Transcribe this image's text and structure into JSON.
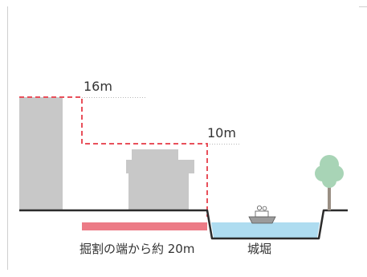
{
  "labels": {
    "height_upper": "16m",
    "height_lower": "10m",
    "setback_span": "掘割の端から約 20m",
    "moat": "城堀"
  },
  "colors": {
    "limit_line": "#e8505b",
    "setback_bar": "#ec7b86",
    "building": "#c8c8c8",
    "water": "#aedcf0",
    "ground": "#2b2b2b",
    "tree": "#a8d4b6",
    "tree_trunk": "#9a8f84",
    "boat": "#9b9b9b",
    "guide_dots": "#b8b8b8",
    "border": "#cfcfcf"
  }
}
